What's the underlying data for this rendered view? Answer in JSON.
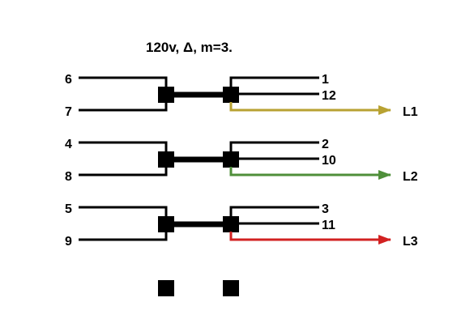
{
  "title": "120v, Δ, m=3.",
  "colors": {
    "wire": "#000000",
    "line_l1": "#b8a232",
    "line_l2": "#4f8f3a",
    "line_l3": "#d22121"
  },
  "groups": [
    {
      "left_top": "6",
      "left_bottom": "7",
      "right_top": "1",
      "right_mid": "12",
      "line": "L1"
    },
    {
      "left_top": "4",
      "left_bottom": "8",
      "right_top": "2",
      "right_mid": "10",
      "line": "L2"
    },
    {
      "left_top": "5",
      "left_bottom": "9",
      "right_top": "3",
      "right_mid": "11",
      "line": "L3"
    }
  ]
}
